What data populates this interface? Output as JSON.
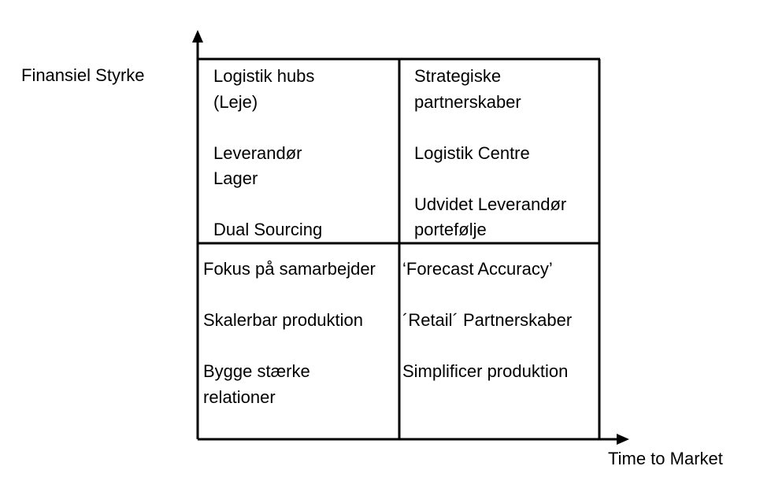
{
  "axes": {
    "y_label": "Finansiel Styrke",
    "x_label": "Time to Market"
  },
  "quadrants": {
    "top_left": {
      "items": [
        [
          "Logistik hubs",
          "(Leje)"
        ],
        [
          "Leverandør",
          "Lager"
        ],
        [
          "Dual Sourcing"
        ]
      ]
    },
    "top_right": {
      "items": [
        [
          "Strategiske",
          "partnerskaber"
        ],
        [
          "Logistik Centre"
        ],
        [
          "Udvidet Leverandør",
          "portefølje"
        ]
      ]
    },
    "bottom_left": {
      "items": [
        [
          "Fokus på samarbejder"
        ],
        [
          "Skalerbar produktion"
        ],
        [
          "Bygge stærke",
          "relationer"
        ]
      ]
    },
    "bottom_right": {
      "items": [
        [
          "‘Forecast Accuracy’"
        ],
        [
          "´Retail´ Partnerskaber"
        ],
        [
          "Simplificer produktion"
        ]
      ]
    }
  },
  "colors": {
    "line": "#000000",
    "text": "#000000",
    "background": "#ffffff"
  }
}
